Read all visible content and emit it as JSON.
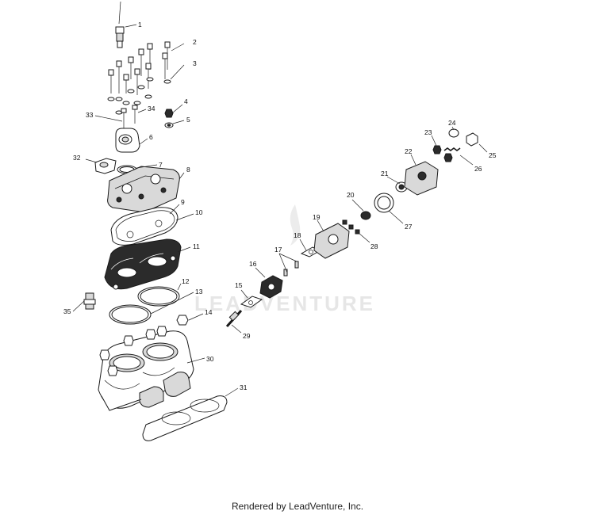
{
  "diagram": {
    "watermark": "LEADVENTURE",
    "callouts": [
      "1",
      "2",
      "3",
      "4",
      "5",
      "6",
      "7",
      "8",
      "9",
      "10",
      "11",
      "12",
      "13",
      "14",
      "15",
      "16",
      "17",
      "18",
      "19",
      "20",
      "21",
      "22",
      "23",
      "24",
      "25",
      "26",
      "27",
      "28",
      "29",
      "30",
      "31",
      "32",
      "33",
      "34",
      "35"
    ]
  },
  "footer": {
    "text": "Rendered by LeadVenture, Inc."
  }
}
